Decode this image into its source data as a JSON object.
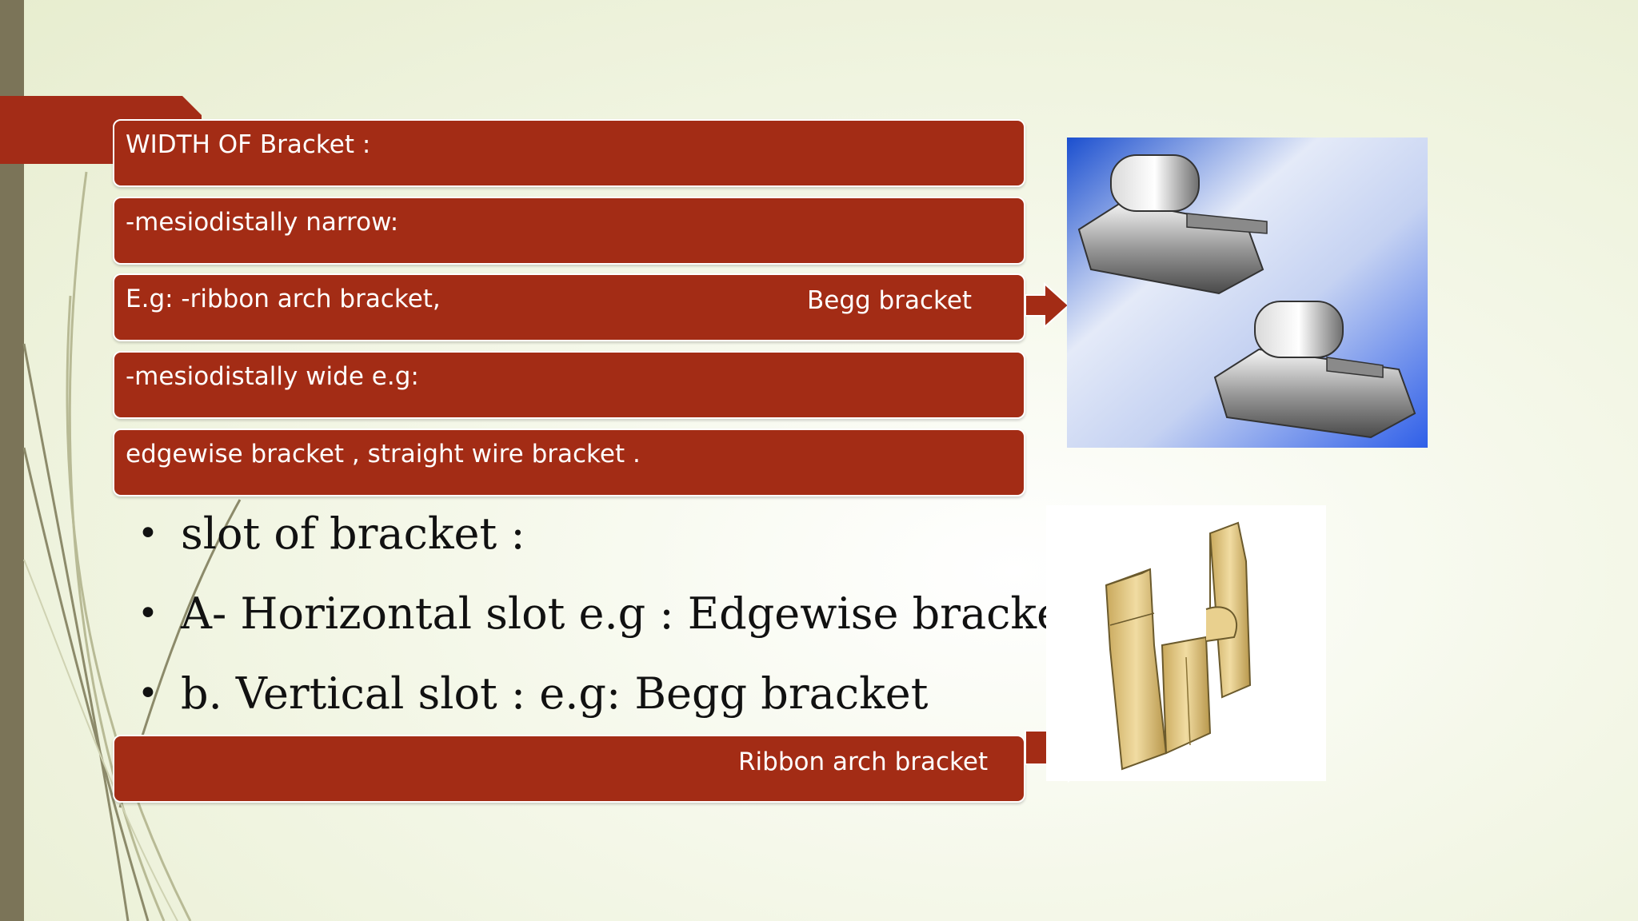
{
  "boxes": {
    "width_heading": "WIDTH OF Bracket :",
    "narrow": "-mesiodistally narrow:",
    "example_ribbon": "E.g: -ribbon arch bracket,",
    "example_begg": "Begg bracket",
    "wide": "-mesiodistally wide e.g:",
    "edgewise_straight": "edgewise bracket , straight wire bracket .",
    "ribbon_caption": "Ribbon arch bracket"
  },
  "bullets": [
    "slot of bracket :",
    "A- Horizontal slot e.g : Edgewise bracket",
    "b. Vertical slot : e.g: Begg bracket"
  ],
  "colors": {
    "accent": "#a32c15",
    "side_bar": "#7b7458",
    "background": "#f5f8ea"
  },
  "images": {
    "top": "begg-bracket-photo",
    "bottom": "ribbon-arch-bracket-illustration"
  }
}
